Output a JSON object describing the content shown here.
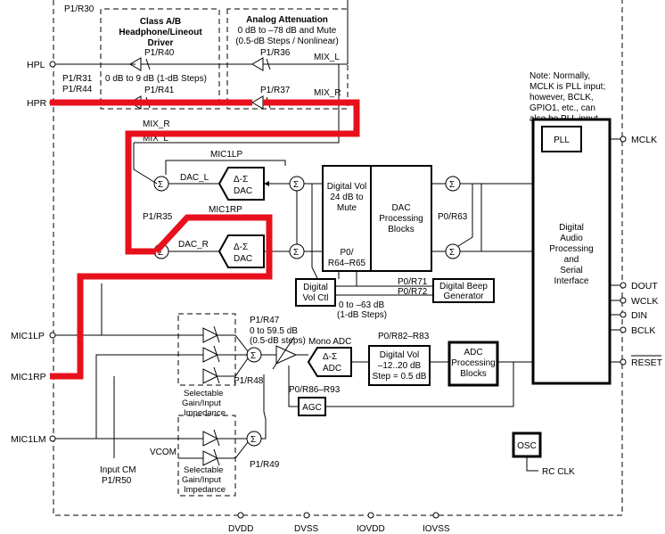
{
  "labels": {
    "p1r30": "P1/R30",
    "class_ab_1": "Class A/B",
    "class_ab_2": "Headphone/Lineout",
    "class_ab_3": "Driver",
    "atten_1": "Analog Attenuation",
    "atten_2": "0 dB to –78 dB and Mute",
    "atten_3": "(0.5-dB Steps / Nonlinear)",
    "p1r40": "P1/R40",
    "p1r36": "P1/R36",
    "mix_l_top": "MIX_L",
    "gain_0_9": "0 dB to 9 dB  (1-dB Steps)",
    "p1r31": "P1/R31",
    "p1r44": "P1/R44",
    "p1r41": "P1/R41",
    "p1r37": "P1/R37",
    "mix_r_top": "MIX_R",
    "mix_r": "MIX_R",
    "mix_l": "MIX_L",
    "mic1lp_int": "MIC1LP",
    "dac_l": "DAC_L",
    "p1r35": "P1/R35",
    "mic1rp_int": "MIC1RP",
    "dac_r": "DAC_R",
    "p0r63": "P0/R63",
    "p0r71": "P0/R71",
    "p0r72": "P0/R72",
    "atten_63_1": "0 to –63 dB",
    "atten_63_2": "(1-dB Steps)",
    "p1r47": "P1/R47",
    "gain_595_1": "0 to 59.5 dB",
    "gain_595_2": "(0.5-dB steps)",
    "mono_adc": "Mono ADC",
    "p0r82": "P0/R82–R83",
    "p1r48": "P1/R48",
    "p0r86": "P0/R86–R93",
    "vcom": "VCOM",
    "p1r49": "P1/R49",
    "input_cm_1": "Input CM",
    "input_cm_2": "P1/R50",
    "sel_gain_1": "Selectable",
    "sel_gain_2": "Gain/Input",
    "sel_gain_3": "Impedance",
    "rc_clk": "RC CLK",
    "note_1": "Note: Normally,",
    "note_2": "MCLK is PLL input;",
    "note_3": "however, BCLK,",
    "note_4": "GPIO1, etc., can",
    "note_5": "also be PLL input."
  },
  "blocks": {
    "dac_sym": "Δ-Σ",
    "dac_word": "DAC",
    "adc_sym": "Δ-Σ",
    "adc_word": "ADC",
    "digvol_1": "Digital Vol",
    "digvol_2": "24 dB to",
    "digvol_3": "Mute",
    "digvol_4": "P0/",
    "digvol_5": "R64–R65",
    "dacproc_1": "DAC",
    "dacproc_2": "Processing",
    "dacproc_3": "Blocks",
    "volctl_1": "Digital",
    "volctl_2": "Vol Ctl",
    "beep_1": "Digital Beep",
    "beep_2": "Generator",
    "adcvol_1": "Digital Vol",
    "adcvol_2": "–12..20 dB",
    "adcvol_3": "Step = 0.5 dB",
    "adcproc_1": "ADC",
    "adcproc_2": "Processing",
    "adcproc_3": "Blocks",
    "agc": "AGC",
    "pll": "PLL",
    "dap_1": "Digital",
    "dap_2": "Audio",
    "dap_3": "Processing",
    "dap_4": "and",
    "dap_5": "Serial",
    "dap_6": "Interface",
    "osc": "OSC",
    "sum": "Σ"
  },
  "pins": {
    "hpl": "HPL",
    "hpr": "HPR",
    "mic1lp": "MIC1LP",
    "mic1rp": "MIC1RP",
    "mic1lm": "MIC1LM",
    "mclk": "MCLK",
    "dout": "DOUT",
    "wclk": "WCLK",
    "din": "DIN",
    "bclk": "BCLK",
    "reset": "RESET",
    "dvdd": "DVDD",
    "dvss": "DVSS",
    "iovdd": "IOVDD",
    "iovss": "IOVSS"
  },
  "colors": {
    "highlight": "#e8101c",
    "line": "#000000",
    "background": "#ffffff"
  }
}
